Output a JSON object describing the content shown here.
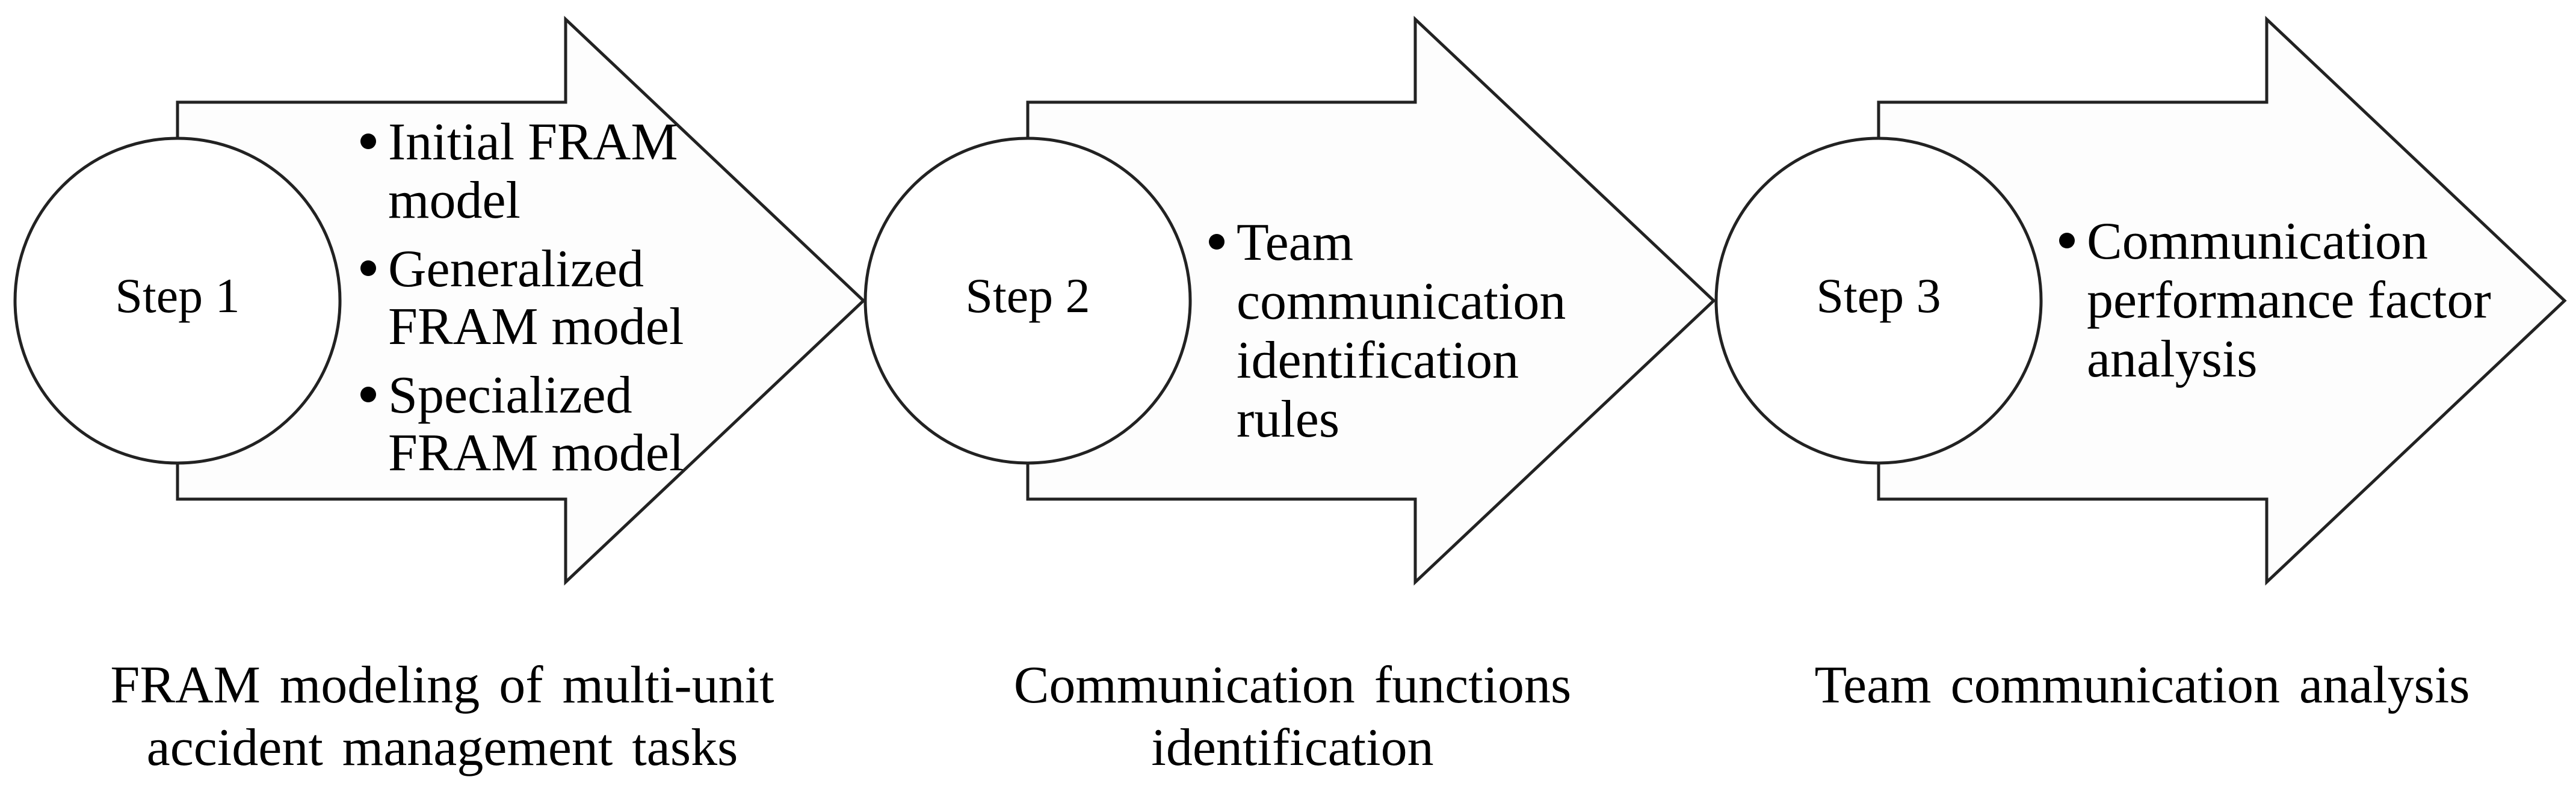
{
  "steps": [
    {
      "label": "Step 1",
      "bullets": [
        [
          "Initial FRAM",
          "model"
        ],
        [
          "Generalized",
          "FRAM model"
        ],
        [
          "Specialized",
          "FRAM model"
        ]
      ],
      "caption": [
        "FRAM modeling of multi-unit",
        "accident management tasks"
      ]
    },
    {
      "label": "Step 2",
      "bullets": [
        [
          "Team",
          "communication",
          "identification",
          "rules"
        ]
      ],
      "caption": [
        "Communication functions",
        "identification"
      ]
    },
    {
      "label": "Step 3",
      "bullets": [
        [
          "Communication",
          "performance factor",
          "analysis"
        ]
      ],
      "caption": [
        "Team communication analysis"
      ]
    }
  ]
}
